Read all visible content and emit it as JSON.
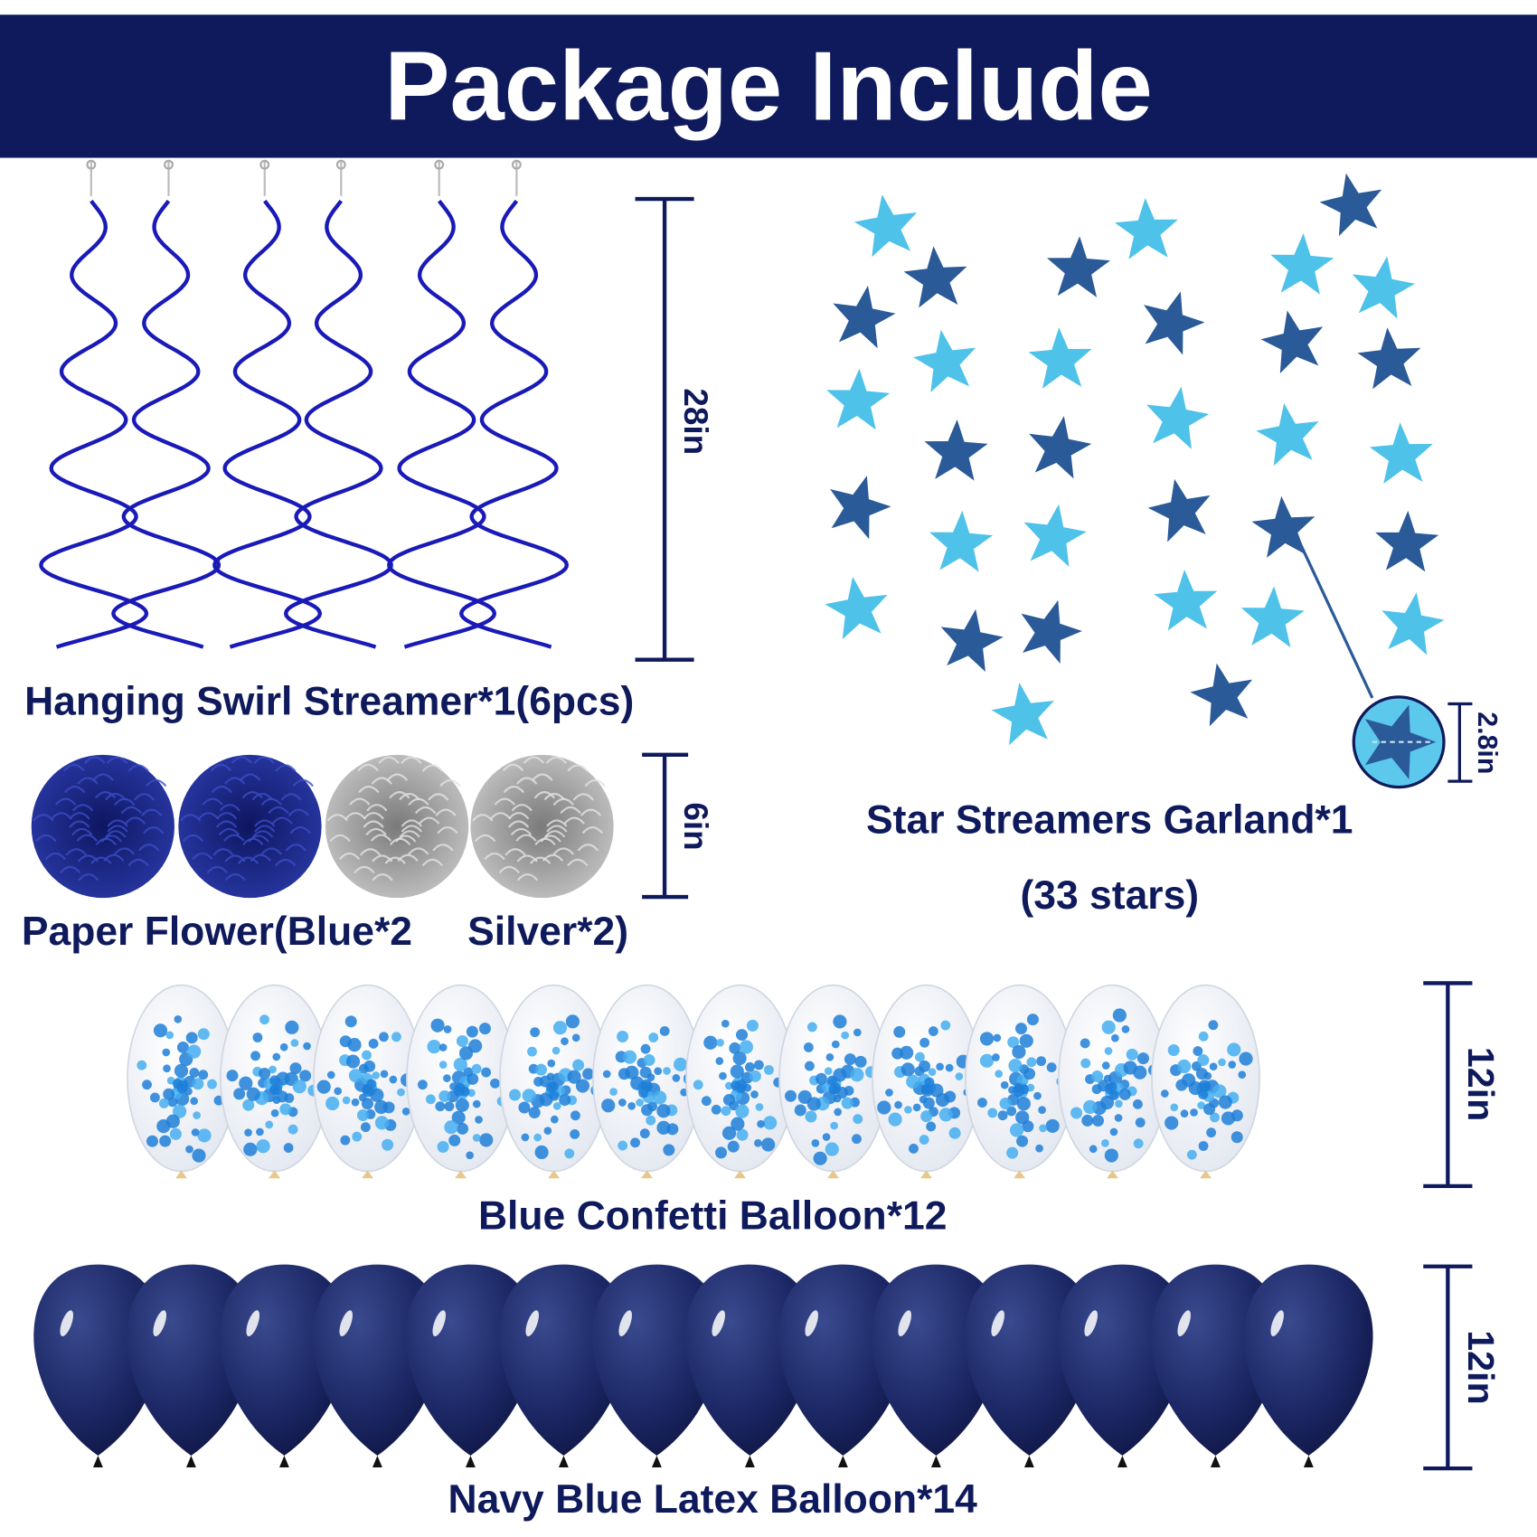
{
  "header": {
    "title": "Package Include"
  },
  "items": {
    "swirl": {
      "label": "Hanging Swirl Streamer*1(6pcs)",
      "dimension": "28in"
    },
    "flower": {
      "label_blue": "Paper Flower(Blue*2",
      "label_silver": "Silver*2)",
      "dimension": "6in"
    },
    "garland": {
      "label": "Star Streamers Garland*1",
      "sublabel": "(33 stars)",
      "dimension": "2.8in"
    },
    "confetti": {
      "label": "Blue Confetti Balloon*12",
      "dimension": "12in"
    },
    "latex": {
      "label": "Navy Blue Latex Balloon*14",
      "dimension": "12in"
    }
  },
  "colors": {
    "navy": "#0f1a5c",
    "swirl": "#1a1ab8",
    "star_light": "#4fc2ea",
    "star_dark": "#2b5a99",
    "balloon": "#1c2866",
    "silver": "#a9a9a9"
  }
}
